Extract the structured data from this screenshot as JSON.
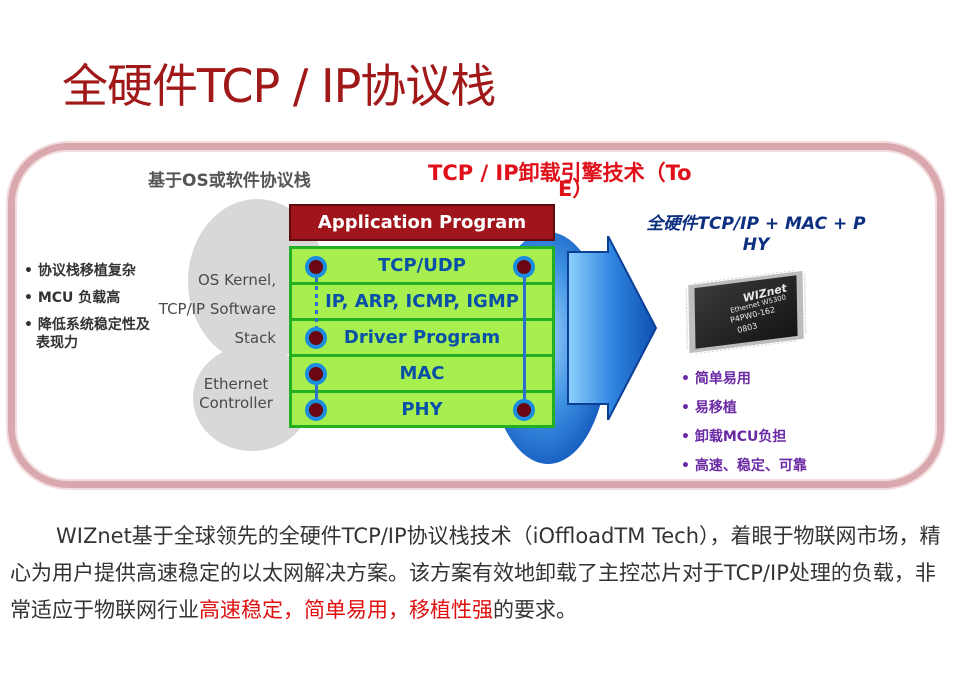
{
  "title": "全硬件TCP / IP协议栈",
  "left_header": "基于OS或软件协议栈",
  "toe_header": {
    "line1": "TCP / IP卸载引擎技术（To",
    "line2": "E）"
  },
  "left_bullets": [
    "• 协议栈移植复杂",
    "• MCU 负载高",
    "• 降低系统稳定性及",
    "表现力"
  ],
  "os_stack_text": [
    "OS Kernel,",
    "TCP/IP Software",
    "Stack"
  ],
  "ethernet_text": [
    "Ethernet",
    "Controller"
  ],
  "app_program": "Application Program",
  "layers": [
    "TCP/UDP",
    "IP, ARP, ICMP, IGMP",
    "Driver Program",
    "MAC",
    "PHY"
  ],
  "hw_header": {
    "line1": "全硬件TCP/IP + MAC + P",
    "line2": "HY"
  },
  "chip_text": {
    "brand": "WIZnet",
    "sub": "Ethernet W5300",
    "model": "P4PW0-162",
    "code": "0803"
  },
  "right_bullets": [
    "• 简单易用",
    "• 易移植",
    "• 卸载MCU负担",
    "• 高速、稳定、可靠"
  ],
  "paragraph": {
    "normal": "WIZnet基于全球领先的全硬件TCP/IP协议栈技术（iOffloadTM Tech），着眼于物联网市场，精心为用户提供高速稳定的以太网解决方案。该方案有效地卸载了主控芯片对于TCP/IP处理的负载，非常适应于物联网行业",
    "highlight": "高速稳定，简单易用，移植性强",
    "end": "的要求。"
  },
  "colors": {
    "title": "#a01818",
    "highlight": "#e01010",
    "stack_fill": "#a6ef4e",
    "app_box": "#a0141b"
  }
}
